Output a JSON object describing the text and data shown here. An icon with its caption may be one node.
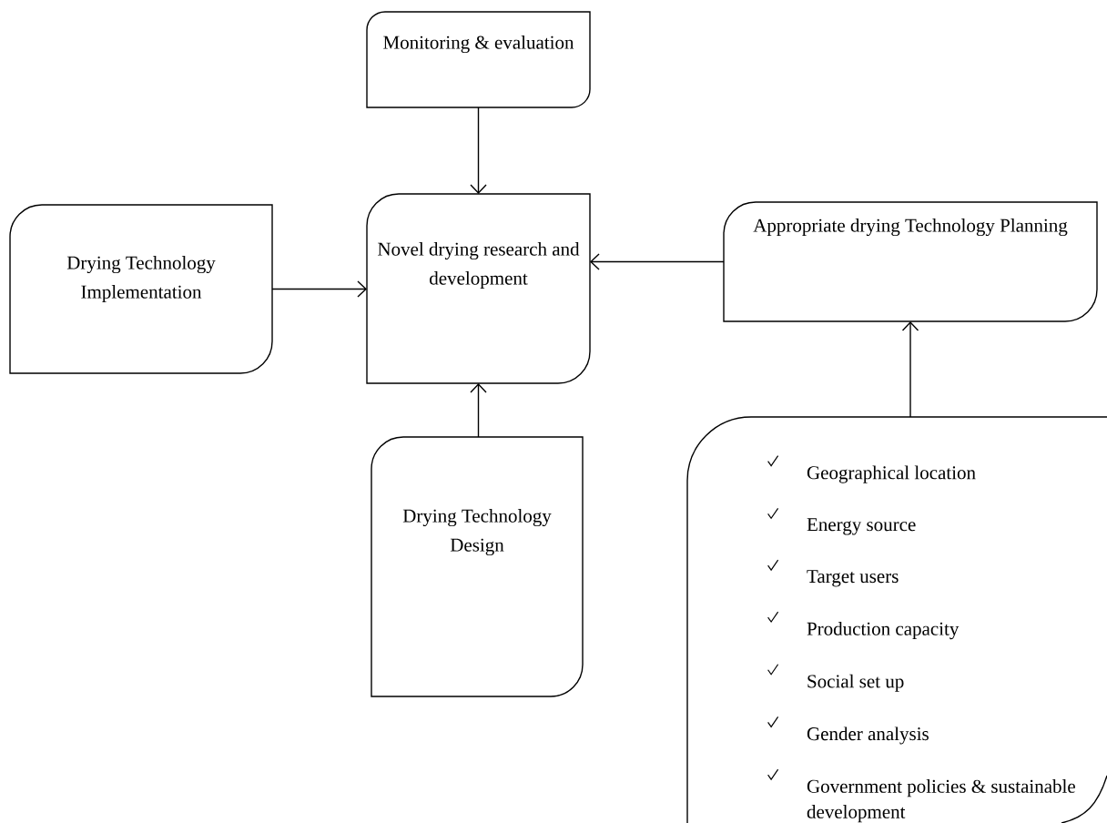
{
  "diagram": {
    "nodes": [
      {
        "text": [
          "Monitoring & evaluation"
        ]
      },
      {
        "text": [
          "Drying Technology Implementation"
        ]
      },
      {
        "text": [
          "Novel drying research and development"
        ]
      },
      {
        "text": [
          "Appropriate drying Technology Planning"
        ]
      },
      {
        "text": [
          "Drying Technology Design"
        ]
      },
      {
        "text": [
          "Geographical location",
          "Energy source",
          "Target users",
          "Production capacity",
          "Social set up",
          "Gender analysis",
          "Government policies & sustainable development"
        ]
      }
    ],
    "edges": [
      {
        "from": 0,
        "to": 2,
        "arrow": "to"
      },
      {
        "from": 1,
        "to": 2,
        "arrow": "to"
      },
      {
        "from": 3,
        "to": 2,
        "arrow": "to"
      },
      {
        "from": 4,
        "to": 2,
        "arrow": "to"
      },
      {
        "from": 5,
        "to": 3,
        "arrow": "to"
      }
    ]
  }
}
